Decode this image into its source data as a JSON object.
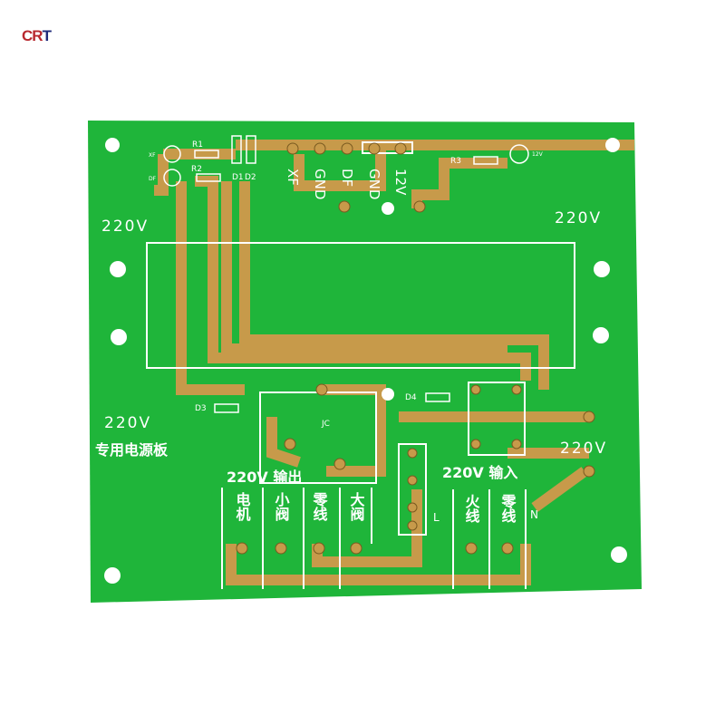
{
  "logo": {
    "text_a": "CR",
    "text_b": "T"
  },
  "colors": {
    "board": "#1fb53a",
    "copper": "#c79a4a",
    "silk": "#ffffff"
  },
  "silkscreen": {
    "r1": "R1",
    "r2": "R2",
    "r3": "R3",
    "d1": "D1",
    "d2": "D2",
    "d3": "D3",
    "d4": "D4",
    "xf_small": "XF",
    "df_small": "DF",
    "v12_small": "12V",
    "xf": "XF",
    "gnd1": "GND",
    "df": "DF",
    "gnd2": "GND",
    "v12": "12V",
    "v220_tl": "220V",
    "v220_tr": "220V",
    "v220_bl": "220V",
    "v220_br": "220V",
    "board_name": "专用电源板",
    "jc": "JC",
    "output": "220V 输出",
    "input": "220V 输入",
    "motor": "电机",
    "small_valve": "小阀",
    "neutral_out": "零线",
    "big_valve": "大阀",
    "live": "火线",
    "neutral_in": "零线",
    "l": "L",
    "n": "N"
  }
}
